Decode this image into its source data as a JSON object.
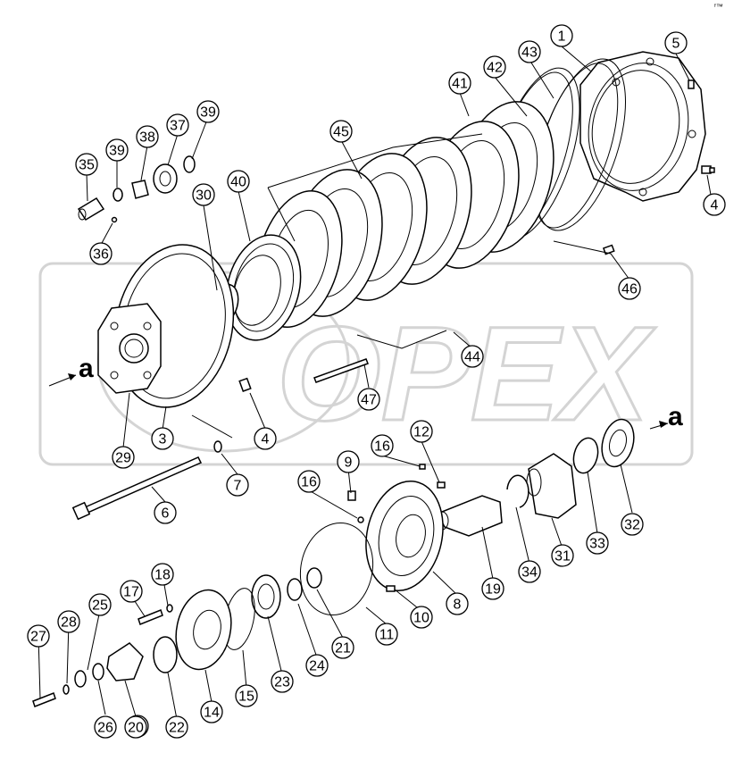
{
  "corner_mark": "ᶠ™",
  "watermark": {
    "text": "OPEX"
  },
  "arrows": [
    {
      "label": "a"
    },
    {
      "label": "a"
    }
  ],
  "callouts": [
    "1",
    "5",
    "43",
    "42",
    "41",
    "4",
    "45",
    "39",
    "37",
    "38",
    "39",
    "35",
    "36",
    "30",
    "40",
    "46",
    "44",
    "47",
    "3",
    "4",
    "29",
    "7",
    "6",
    "16",
    "12",
    "9",
    "16",
    "20",
    "32",
    "33",
    "31",
    "34",
    "19",
    "8",
    "10",
    "11",
    "21",
    "24",
    "23",
    "15",
    "14",
    "22",
    "17",
    "18",
    "25",
    "28",
    "27",
    "26",
    "20"
  ],
  "colors": {
    "ink": "#000000",
    "watermark": "#d4d4d4",
    "background": "#ffffff"
  }
}
